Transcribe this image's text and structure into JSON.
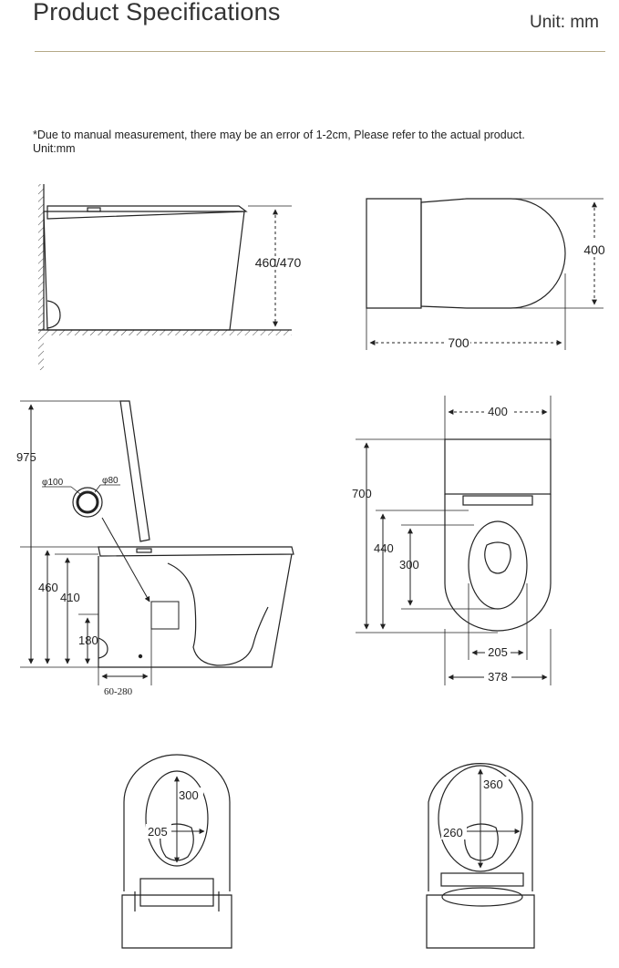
{
  "header": {
    "title": "Product Specifications",
    "unit": "Unit:  mm"
  },
  "note": {
    "line1": "*Due to manual measurement, there may be an error of 1-2cm, Please refer to the actual product.",
    "line2": "Unit:mm"
  },
  "views": {
    "side_view": {
      "height_label": "460/470"
    },
    "top_view": {
      "width_label": "400",
      "length_label": "700"
    },
    "section_view": {
      "total_height": "975",
      "pipe_outer": "φ100",
      "pipe_inner": "φ80",
      "seat_height": "460",
      "bowl_height": "410",
      "drain_height": "180",
      "rough_in": "60-280"
    },
    "plan_view": {
      "width": "400",
      "length": "700",
      "front_to_bowl": "440",
      "bowl_length": "300",
      "bowl_width": "205",
      "base_width": "378"
    },
    "seat_view_a": {
      "length": "300",
      "width": "205"
    },
    "seat_view_b": {
      "length": "360",
      "width": "260"
    }
  },
  "colors": {
    "line": "#222222",
    "rule": "#b5a987"
  }
}
